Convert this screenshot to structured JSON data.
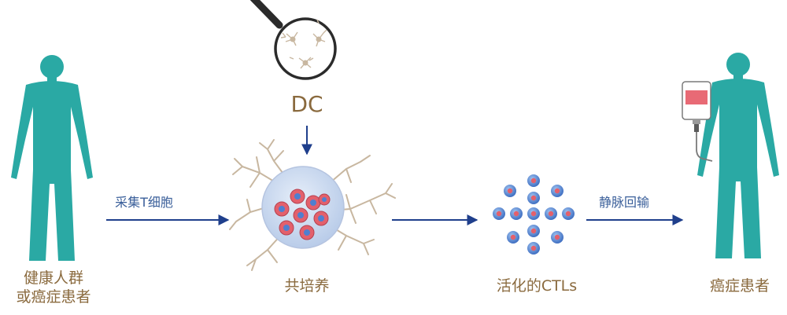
{
  "labels": {
    "left_group_line1": "健康人群",
    "left_group_line2": "或癌症患者",
    "step1_arrow": "采集T细胞",
    "dc": "DC",
    "coculture": "共培养",
    "activated": "活化的CTLs",
    "step2_arrow": "静脉回输",
    "right_group": "癌症患者"
  },
  "colors": {
    "figure": "#2aa9a4",
    "arrow": "#1f3f8c",
    "text_brown": "#8a6a3e",
    "text_blue": "#3a5f9a",
    "dendrite": "#c8b7a0",
    "cell_body": "#4f7fd0",
    "cell_nucleus": "#e3606c",
    "bag_fill": "#e86a75"
  },
  "icons": [
    "person-figure-icon",
    "magnifier-icon",
    "iv-bag-icon"
  ]
}
